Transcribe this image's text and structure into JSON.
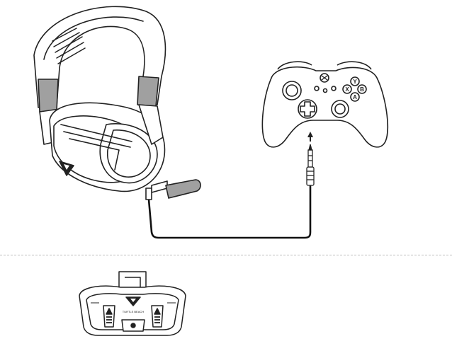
{
  "diagram": {
    "devices": [
      {
        "id": "headset",
        "icon": "gaming-headset-icon"
      },
      {
        "id": "controller",
        "icon": "xbox-controller-icon"
      },
      {
        "id": "audio_plug",
        "icon": "3.5mm-jack-icon"
      },
      {
        "id": "stereo_adapter",
        "icon": "headset-audio-controller-icon"
      }
    ],
    "controller_face_buttons": [
      "Y",
      "B",
      "X",
      "A"
    ],
    "adapter_brand_text": "TURTLE BEACH",
    "colors": {
      "line": "#222222",
      "accent_gray": "#a0a0a0",
      "background": "#ffffff",
      "divider": "#bdbdbd"
    }
  }
}
